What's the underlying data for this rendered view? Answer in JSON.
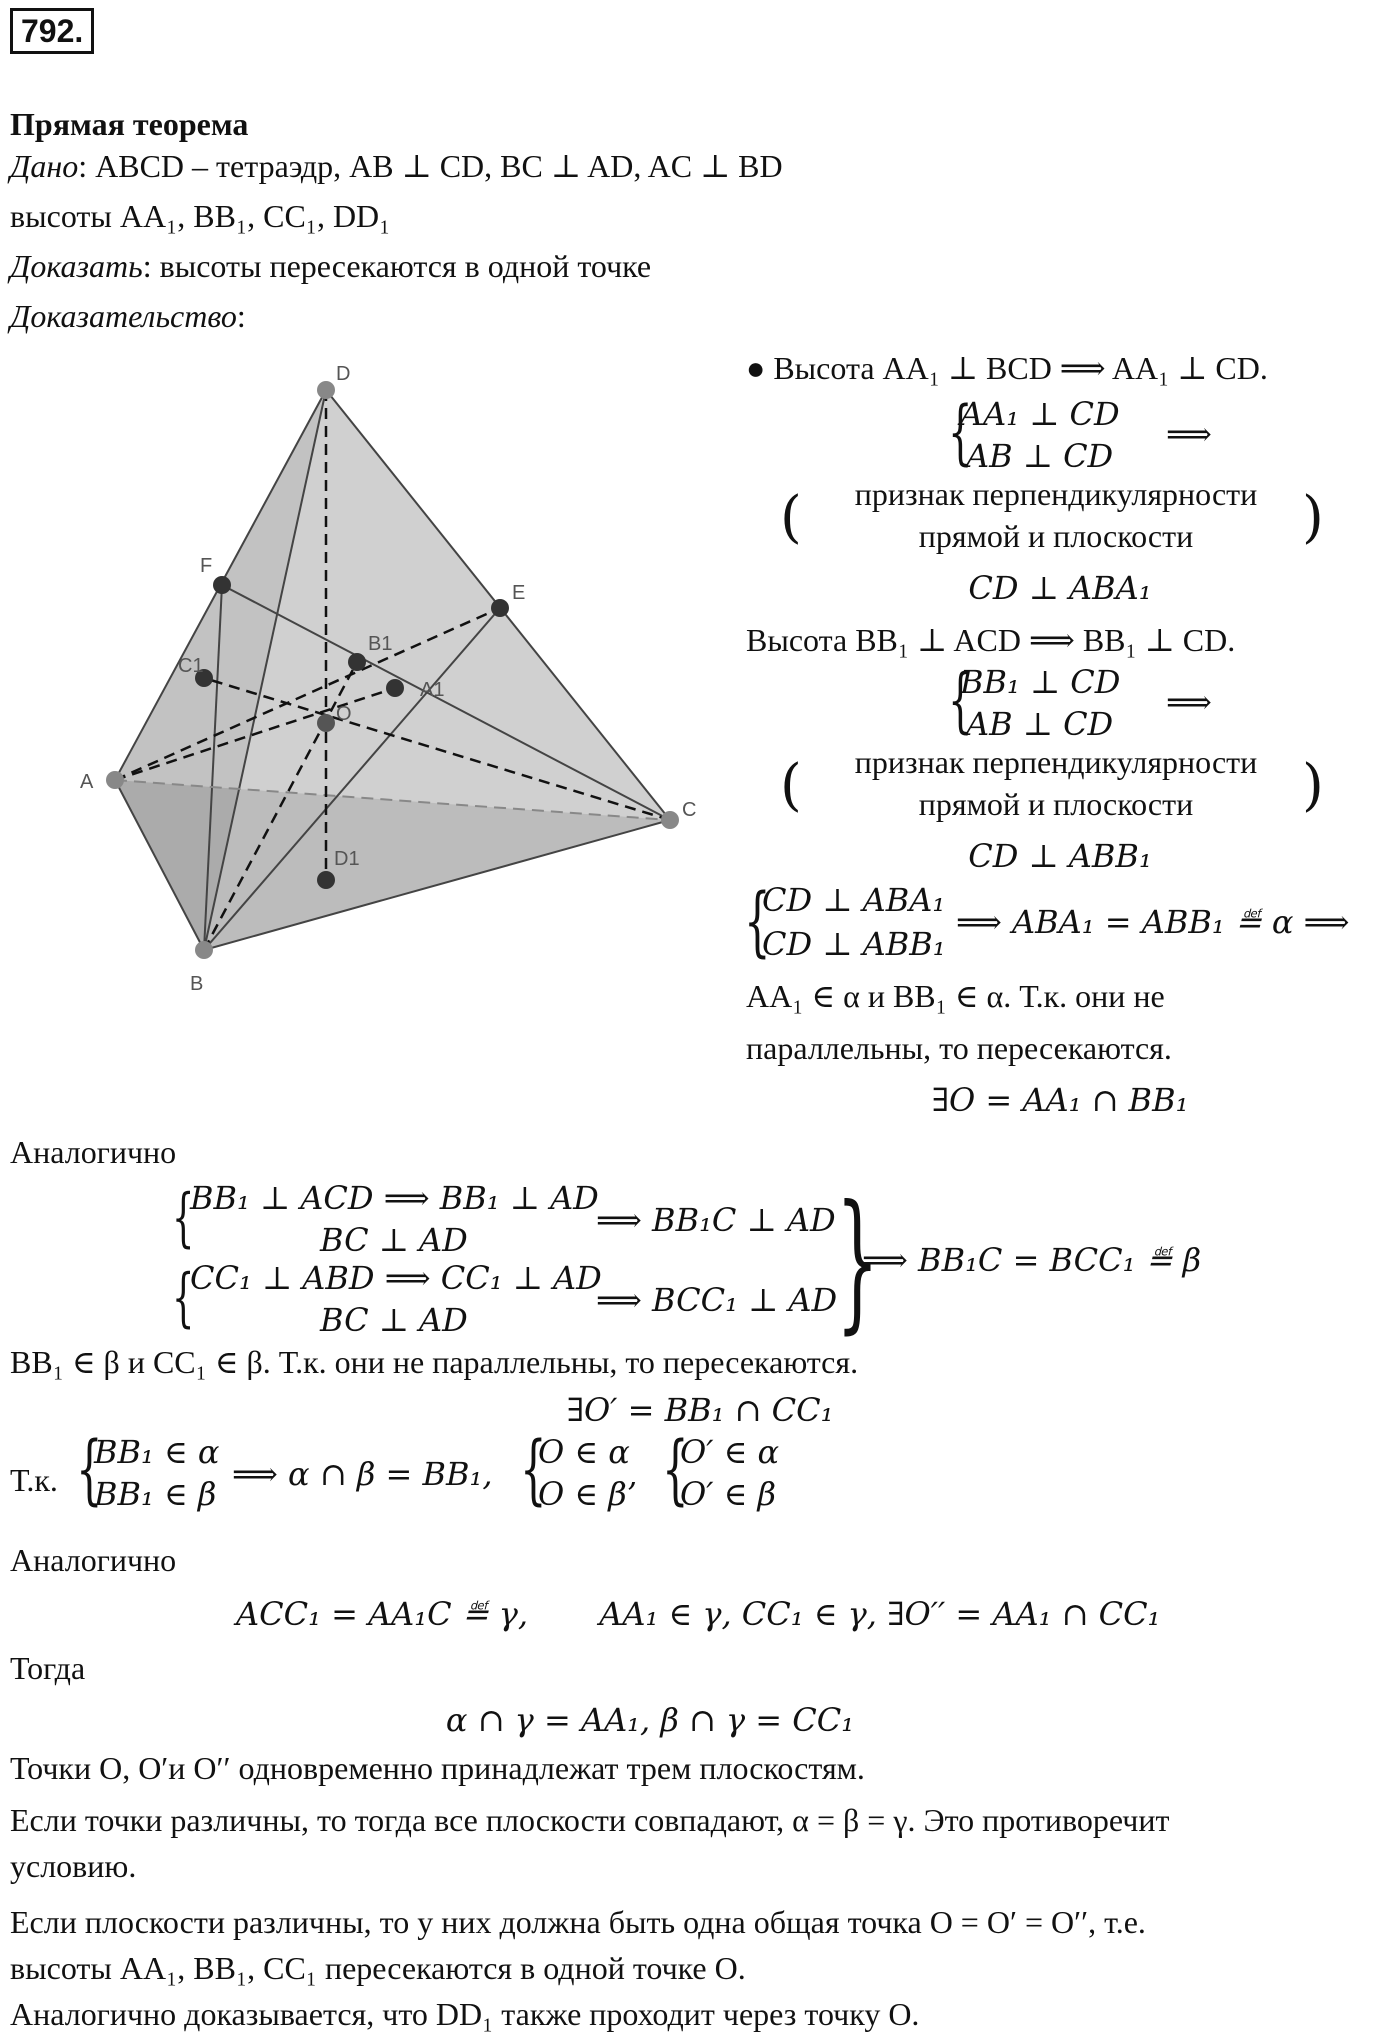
{
  "problem_number": "792.",
  "heading": "Прямая теорема",
  "given_label": "Дано",
  "given_text": "ABCD – тетраэдр, AB ⊥ CD, BC ⊥ AD, AC ⊥ BD",
  "heights_text": "высоты AA₁, BB₁, CC₁, DD₁",
  "prove_label": "Доказать",
  "prove_text": "высоты пересекаются в одной точке",
  "proof_label": "Доказательство",
  "figure_labels": [
    "D",
    "F",
    "E",
    "B1",
    "C1",
    "O",
    "A1",
    "A",
    "C",
    "D1",
    "B"
  ],
  "proof_right": {
    "l1": "● Высота AA₁ ⊥ BCD ⟹ AA₁ ⊥ CD.",
    "sys1a": "AA₁ ⊥ CD",
    "sys1b": "AB ⊥ CD",
    "arrow": "⟹",
    "crit1": "признак перпендикулярности",
    "crit2": "прямой и плоскости",
    "res1": "CD ⊥ ABA₁",
    "l2": "Высота BB₁ ⊥ ACD ⟹ BB₁ ⊥ CD.",
    "sys2a": "BB₁ ⊥ CD",
    "sys2b": "AB ⊥ CD",
    "res2": "CD ⊥ ABB₁",
    "sys3a": "CD ⊥ ABA₁",
    "sys3b": "CD ⊥ ABB₁",
    "sys3c": "⟹ ABA₁ = ABB₁ ≝ α ⟹",
    "l3": "AA₁ ∈ α и BB₁ ∈ α. Т.к. они не",
    "l4": "параллельны, то пересекаются.",
    "l5": "∃O = AA₁ ∩ BB₁"
  },
  "proof_bottom": {
    "similarly1": "Аналогично",
    "s1a": "BB₁ ⊥ ACD ⟹ BB₁ ⊥ AD",
    "s1b": "BC ⊥ AD",
    "s1c": "⟹ BB₁C ⊥ AD",
    "s2a": "CC₁ ⊥ ABD ⟹ CC₁ ⊥ AD",
    "s2b": "BC ⊥ AD",
    "s2c": "⟹ BCC₁ ⊥ AD",
    "s3": "⟹ BB₁C = BCC₁ ≝ β",
    "l6": "BB₁ ∈ β и CC₁ ∈ β. Т.к. они не параллельны, то пересекаются.",
    "l7": "∃O′ = BB₁ ∩ CC₁",
    "tk": "Т.к.",
    "t1a": "BB₁ ∈ α",
    "t1b": "BB₁ ∈ β",
    "t1c": "⟹ α ∩ β = BB₁,",
    "t2a": "O ∈ α",
    "t2b": "O ∈ β’",
    "t3a": "O′ ∈ α",
    "t3b": "O′ ∈ β",
    "similarly2": "Аналогично",
    "l8": "ACC₁ = AA₁C ≝ γ,       AA₁ ∈ γ, CC₁ ∈ γ, ∃O′′ = AA₁ ∩ CC₁",
    "then": "Тогда",
    "l9": "α ∩ γ = AA₁, β ∩ γ = CC₁",
    "l10": "Точки O, O′и O′′ одновременно принадлежат трем плоскостям.",
    "l11": "Если точки различны, то тогда все плоскости совпадают, α = β = γ. Это противоречит",
    "l12": "условию.",
    "l13": "Если плоскости различны, то у них должна быть одна общая точка O = O′ =  O′′, т.е.",
    "l14": "высоты AA₁, BB₁, CC₁ пересекаются в одной точке  O.",
    "l15": "Аналогично доказывается, что DD₁ также проходит через точку O."
  }
}
